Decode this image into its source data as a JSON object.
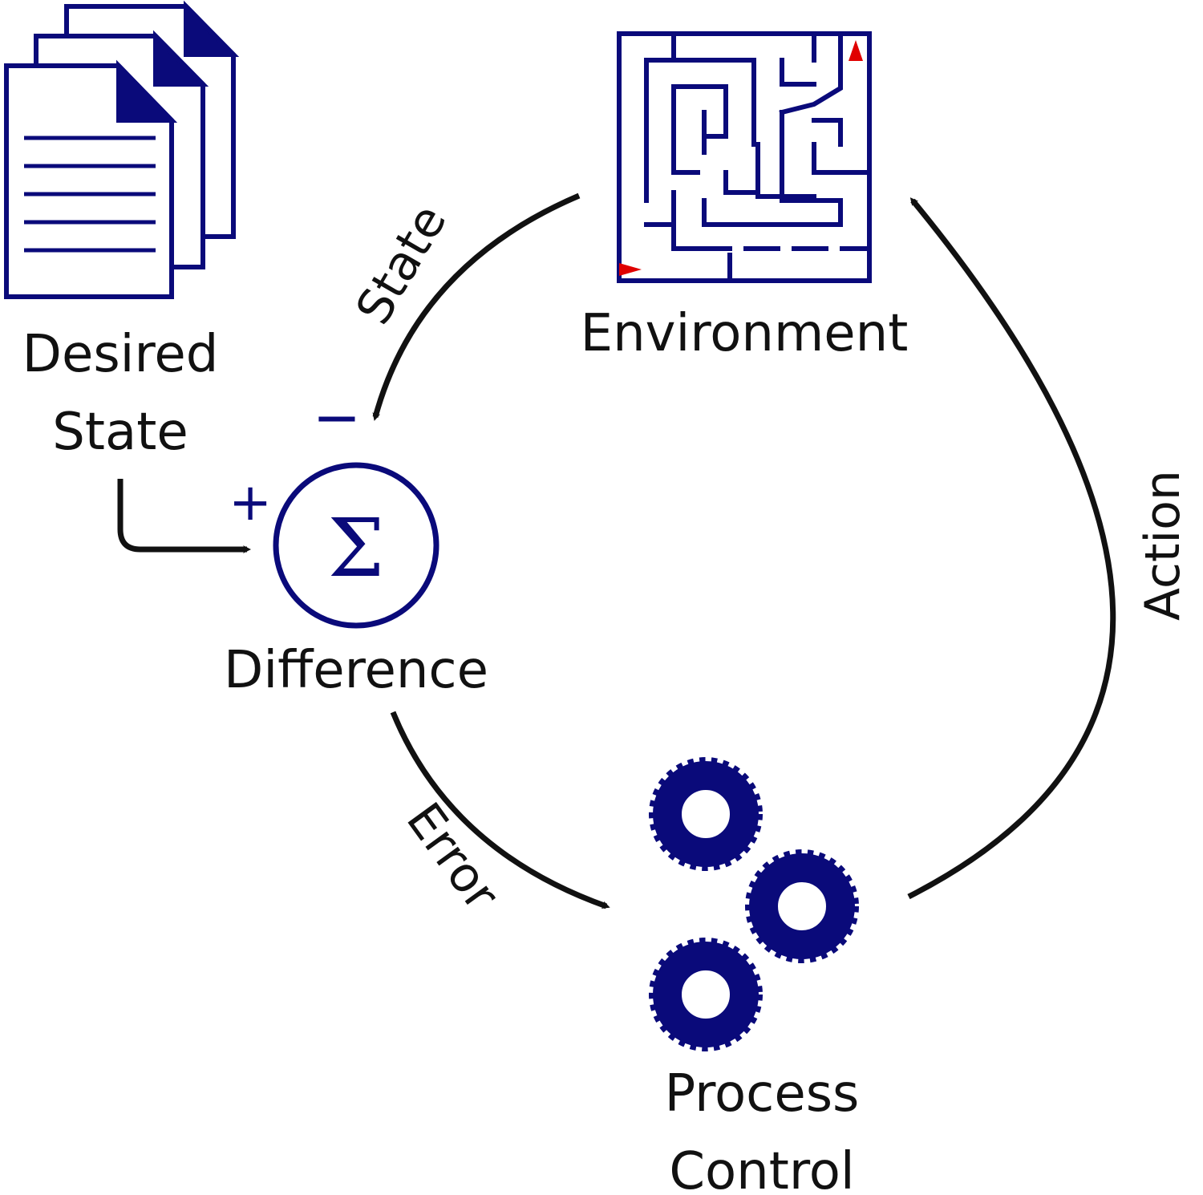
{
  "nodes": {
    "desired_state": {
      "line1": "Desired",
      "line2": "State"
    },
    "difference": {
      "label": "Difference",
      "symbol": "Σ",
      "plus": "+",
      "minus": "−"
    },
    "environment": {
      "label": "Environment"
    },
    "process_control": {
      "line1": "Process",
      "line2": "Control"
    }
  },
  "edges": {
    "state": "State",
    "error": "Error",
    "action": "Action"
  },
  "colors": {
    "accent": "#0a0a7a",
    "arrow": "#111111",
    "maze_marker": "#e00000"
  },
  "icons": {
    "desired_state": "documents-icon",
    "environment": "maze-icon",
    "process_control": "gears-icon"
  }
}
